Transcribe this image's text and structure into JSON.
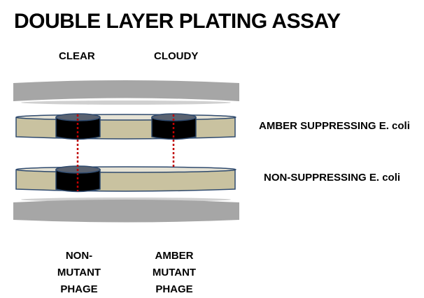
{
  "title": "DOUBLE LAYER PLATING ASSAY",
  "columns": {
    "left": "CLEAR",
    "right": "CLOUDY"
  },
  "layers": {
    "top": "AMBER SUPPRESSING  E. coli",
    "bottom": "NON-SUPPRESSING  E. coli"
  },
  "phage": {
    "left": [
      "NON-",
      "MUTANT",
      "PHAGE"
    ],
    "right": [
      "AMBER",
      "MUTANT",
      "PHAGE"
    ]
  },
  "colors": {
    "lid": "#a6a6a6",
    "agar": "#c9c2a0",
    "plaque": "#000000",
    "outline": "#2f4a6e",
    "line": "#c00000"
  }
}
